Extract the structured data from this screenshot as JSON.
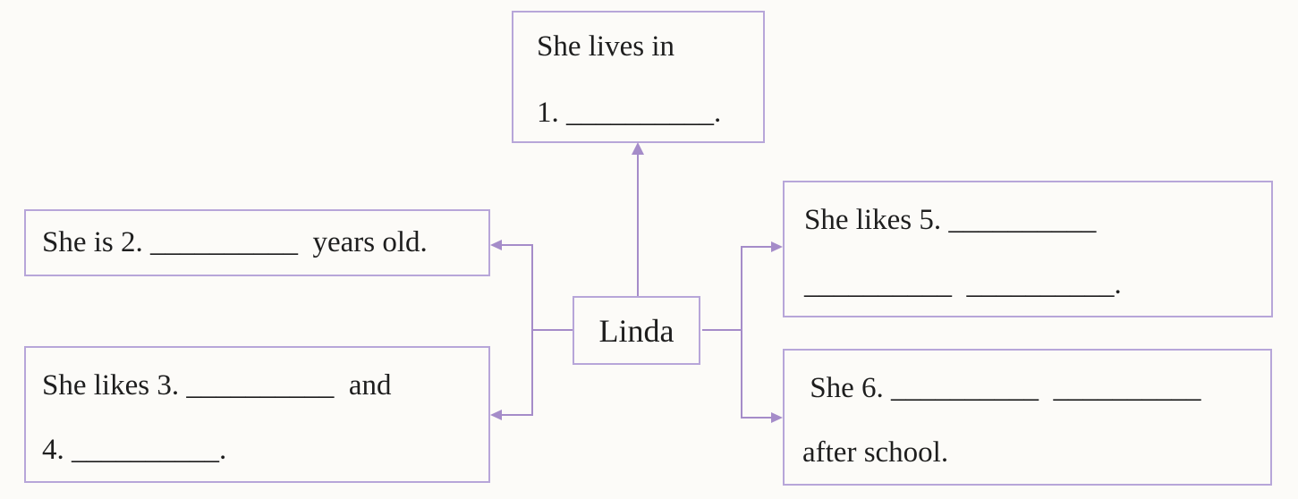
{
  "colors": {
    "background": "#fcfbf8",
    "box_border": "#b7a6d9",
    "connector": "#a58cc9",
    "text": "#1e1e1e"
  },
  "center_node": {
    "label": "Linda"
  },
  "nodes": {
    "lives": {
      "lines": [
        "She lives in",
        "1. __________."
      ]
    },
    "age": {
      "lines": [
        "She is 2. __________  years old."
      ]
    },
    "likes34": {
      "lines": [
        "She likes 3. __________  and",
        "4. __________."
      ]
    },
    "likes5": {
      "lines": [
        "She likes 5. __________",
        "__________  __________."
      ]
    },
    "does6": {
      "lines": [
        " She 6. __________  __________",
        "after school."
      ]
    }
  }
}
